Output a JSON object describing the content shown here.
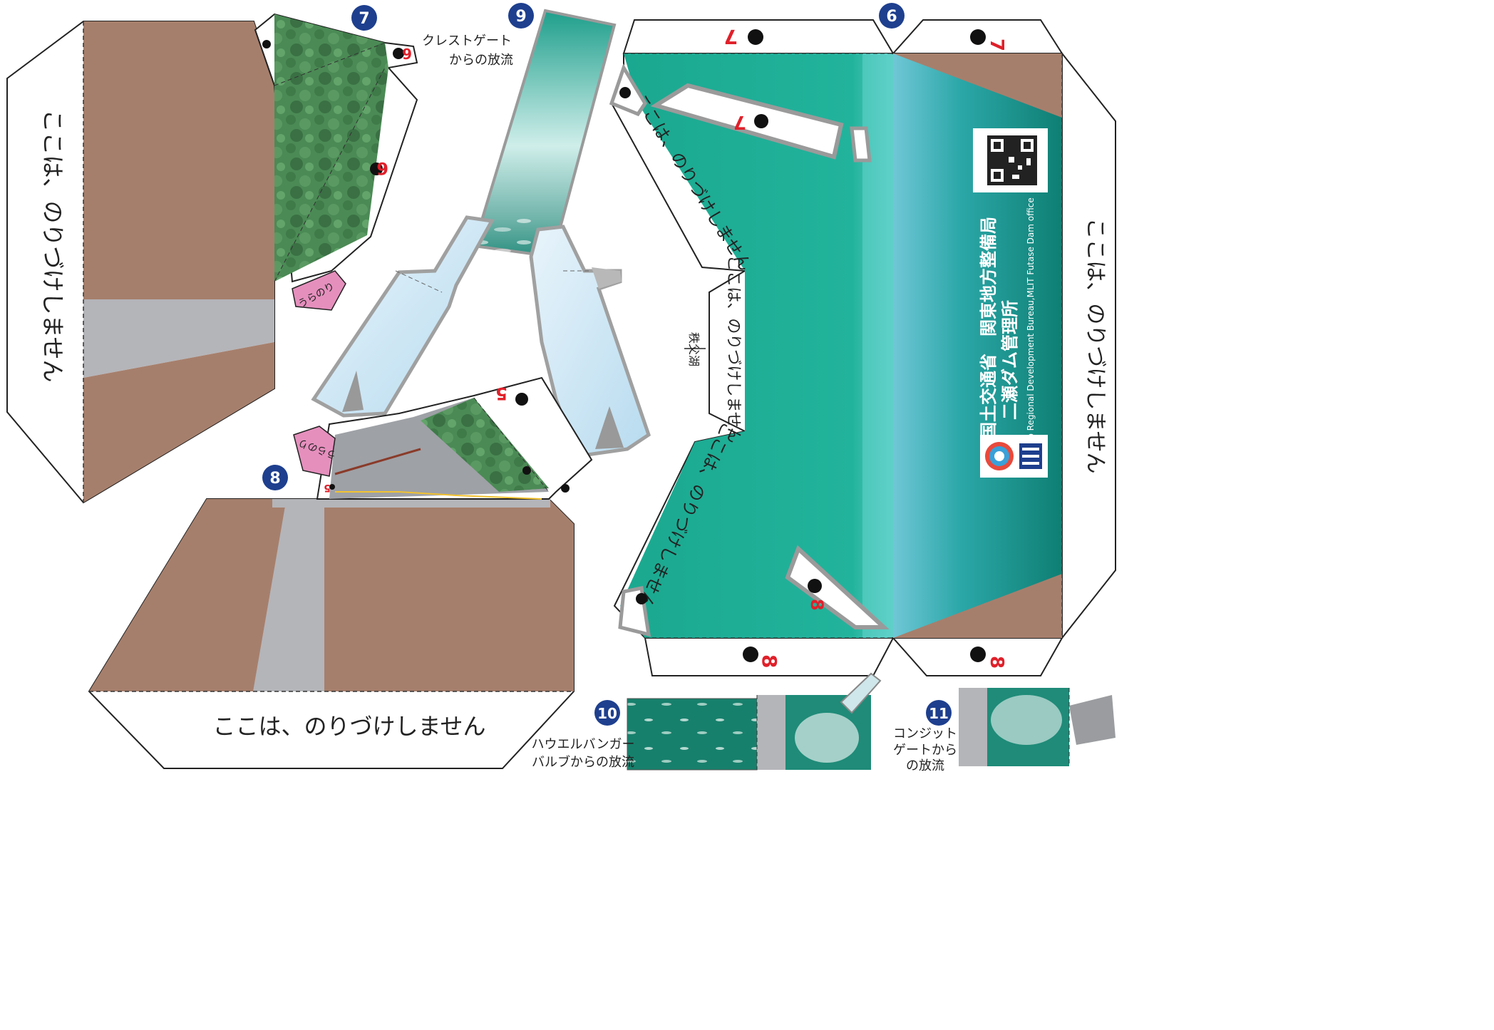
{
  "colors": {
    "brown": "#a67f6c",
    "gray_road": "#b4b5b9",
    "teal": "#17a58e",
    "teal_dark": "#10806f",
    "forest": "#4b8a55",
    "badge": "#1e3f8e",
    "pink": "#e58fbd",
    "red_number": "#e0202a"
  },
  "parts": {
    "p6": {
      "badge": "6"
    },
    "p7": {
      "badge": "7"
    },
    "p8": {
      "badge": "8"
    },
    "p9": {
      "badge": "9",
      "caption_line1": "クレストゲート",
      "caption_line2": "からの放流"
    },
    "p10": {
      "badge": "10",
      "caption_line1": "ハウエルバンガー",
      "caption_line2": "バルブからの放流"
    },
    "p11": {
      "badge": "11",
      "caption_line1": "コンジット",
      "caption_line2": "ゲートから",
      "caption_line3": "の放流"
    }
  },
  "no_glue_text": "ここは、のりづけしません",
  "uranori_text": "うらのり",
  "lake_label": "秩父湖",
  "office": {
    "ministry": "国土交通省　関東地方整備局",
    "office_name": "二瀬ダム管理所",
    "english": "Kanto Regional Development Bureau,MLIT Futase Dam office"
  },
  "marks": {
    "n5": "5",
    "n6": "6",
    "n7": "7",
    "n8": "8"
  },
  "icons": [
    "qr-code-icon",
    "dam-logo-icon",
    "office-emblem-icon"
  ]
}
